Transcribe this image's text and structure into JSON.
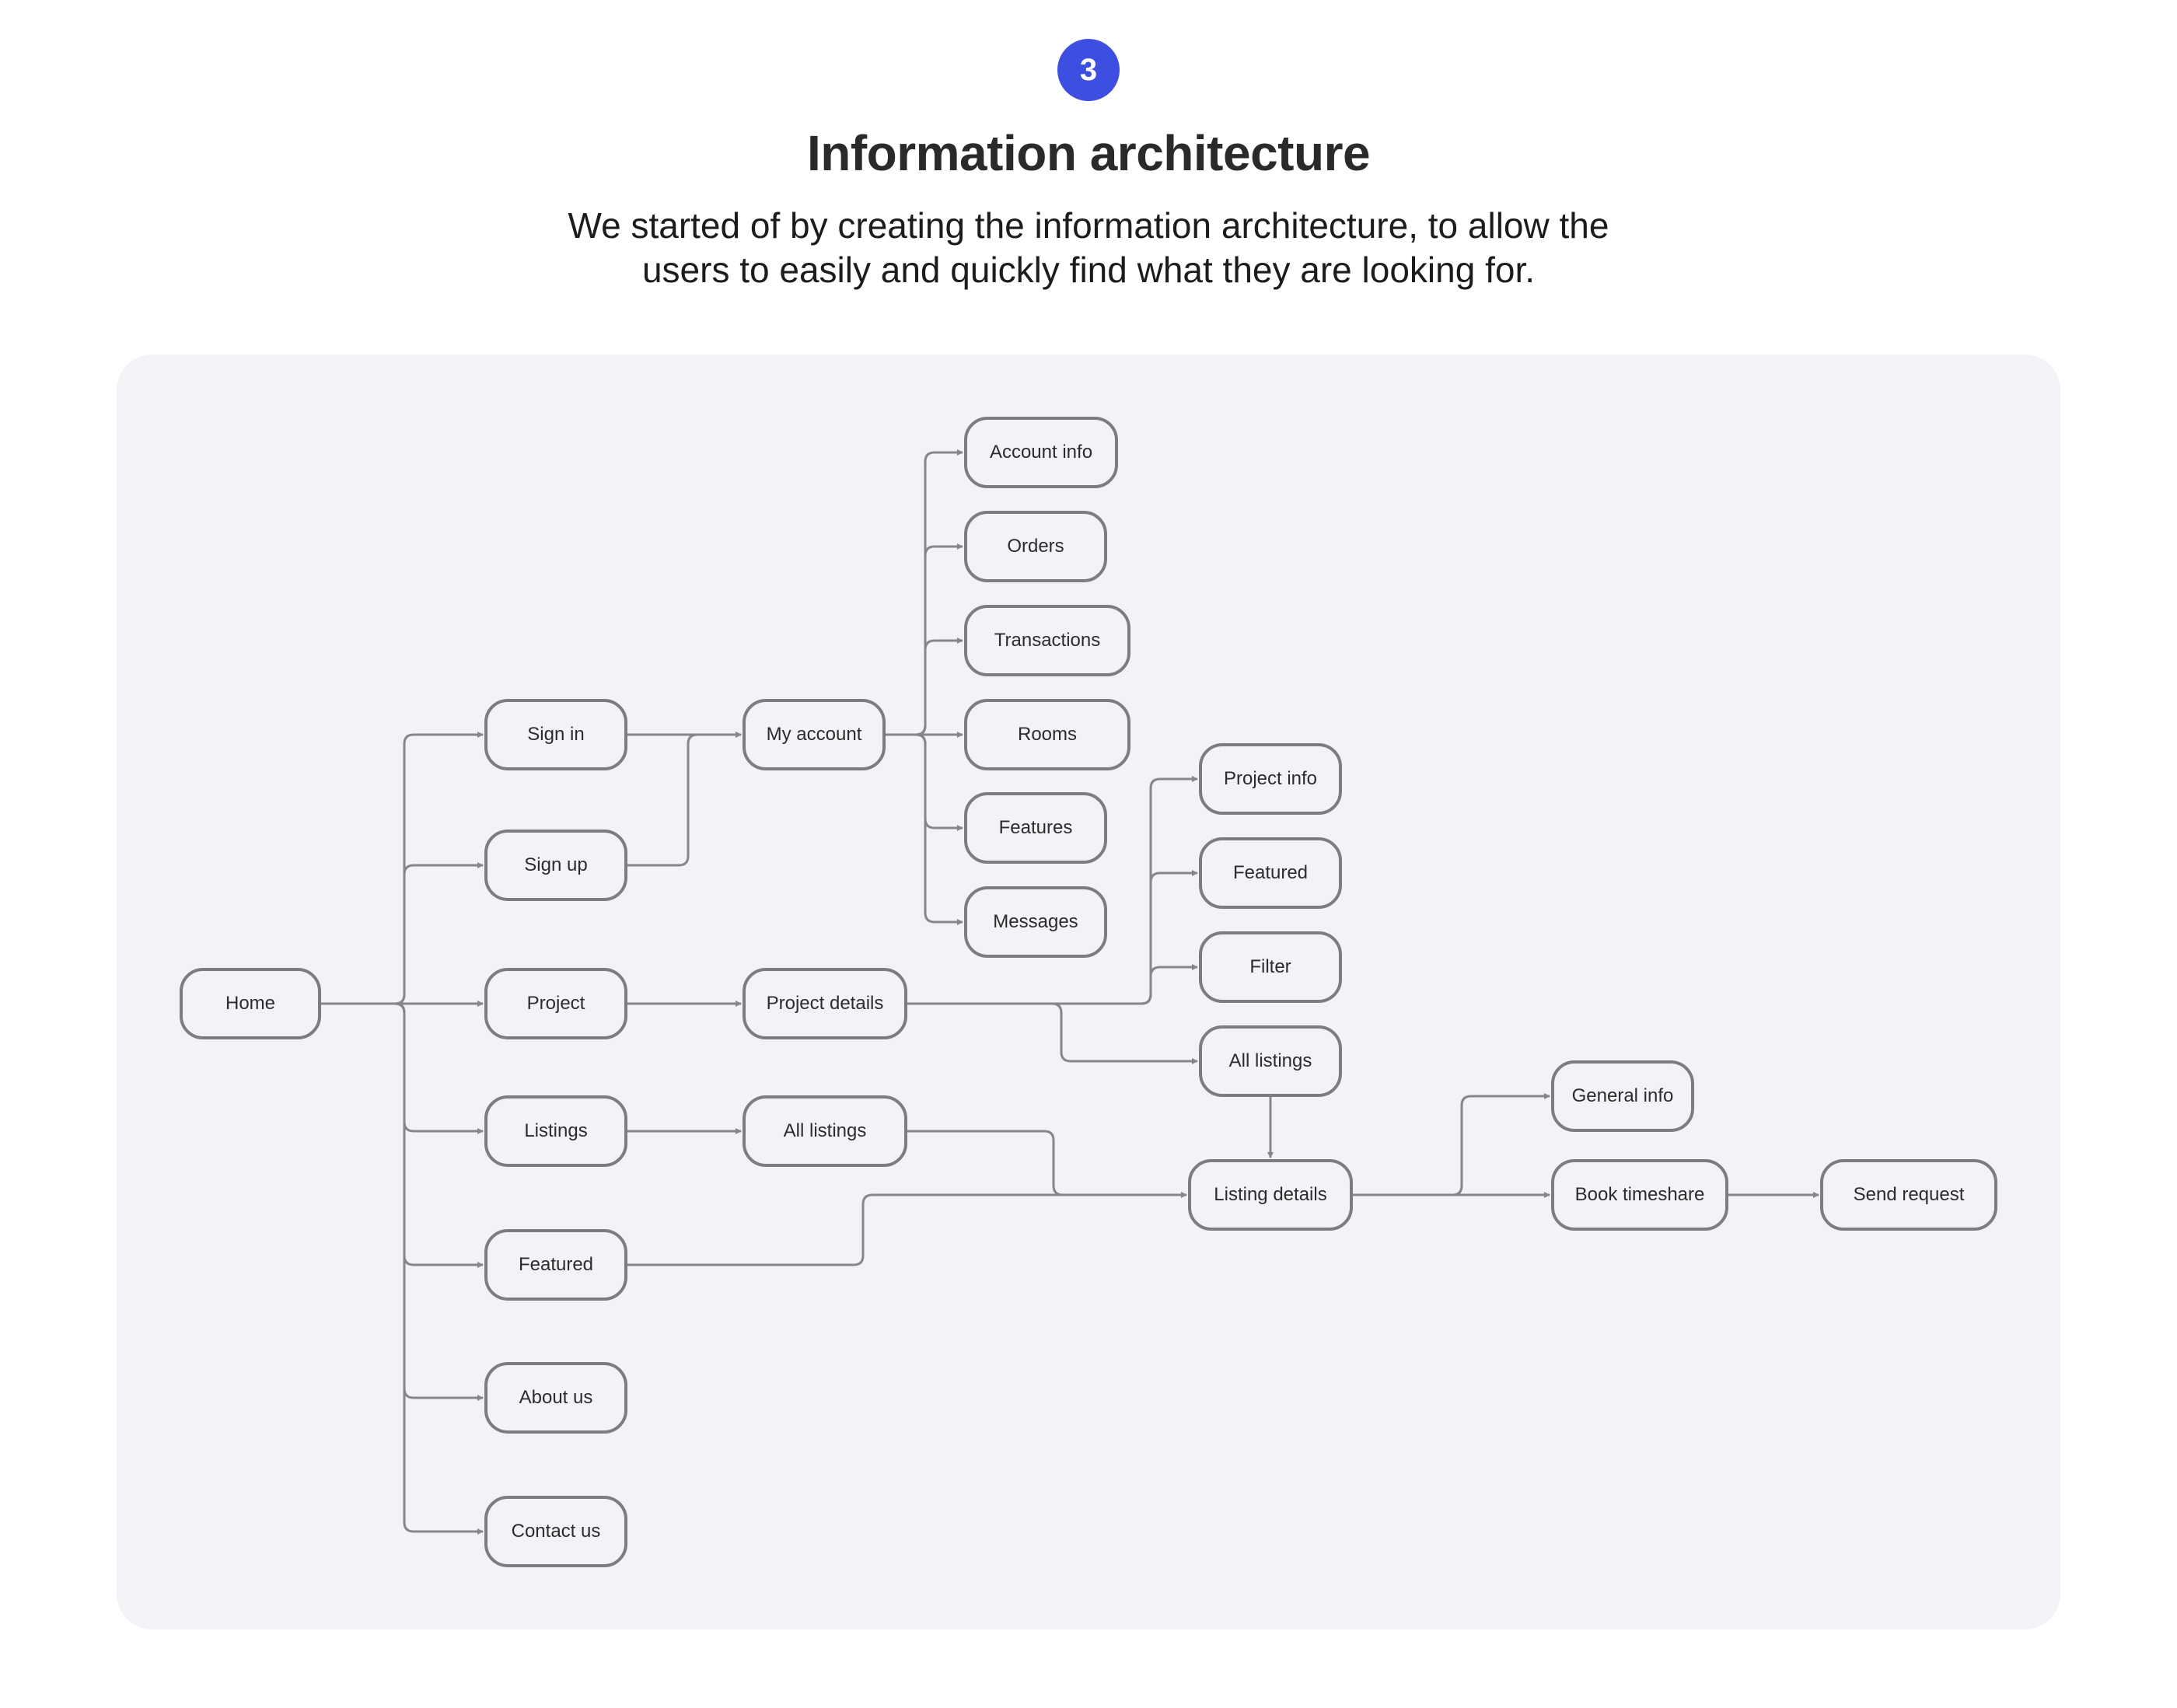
{
  "header": {
    "step_number": "3",
    "title": "Information architecture",
    "subtitle_line1": "We started of by creating the information architecture, to allow the",
    "subtitle_line2": "users to easily and quickly find what they are looking for."
  },
  "colors": {
    "accent": "#3c4fe0",
    "panel_bg": "#f2f2f7",
    "node_border": "#7c7c84",
    "connector": "#86868c"
  },
  "diagram": {
    "nodes": {
      "home": "Home",
      "sign_in": "Sign in",
      "sign_up": "Sign up",
      "project": "Project",
      "listings": "Listings",
      "featured": "Featured",
      "about_us": "About us",
      "contact_us": "Contact us",
      "my_account": "My account",
      "project_details": "Project details",
      "all_listings": "All listings",
      "account_info": "Account info",
      "orders": "Orders",
      "transactions": "Transactions",
      "rooms": "Rooms",
      "features": "Features",
      "messages": "Messages",
      "project_info": "Project info",
      "featured_sub": "Featured",
      "filter": "Filter",
      "all_listings_sub": "All listings",
      "listing_details": "Listing details",
      "general_info": "General info",
      "book_timeshare": "Book timeshare",
      "send_request": "Send request"
    },
    "edges": [
      [
        "home",
        "sign_in"
      ],
      [
        "home",
        "sign_up"
      ],
      [
        "home",
        "project"
      ],
      [
        "home",
        "listings"
      ],
      [
        "home",
        "featured"
      ],
      [
        "home",
        "about_us"
      ],
      [
        "home",
        "contact_us"
      ],
      [
        "sign_in",
        "my_account"
      ],
      [
        "sign_up",
        "my_account"
      ],
      [
        "project",
        "project_details"
      ],
      [
        "listings",
        "all_listings"
      ],
      [
        "featured",
        "listing_details"
      ],
      [
        "my_account",
        "account_info"
      ],
      [
        "my_account",
        "orders"
      ],
      [
        "my_account",
        "transactions"
      ],
      [
        "my_account",
        "rooms"
      ],
      [
        "my_account",
        "features"
      ],
      [
        "my_account",
        "messages"
      ],
      [
        "project_details",
        "project_info"
      ],
      [
        "project_details",
        "featured_sub"
      ],
      [
        "project_details",
        "filter"
      ],
      [
        "project_details",
        "all_listings_sub"
      ],
      [
        "all_listings_sub",
        "listing_details"
      ],
      [
        "all_listings",
        "listing_details"
      ],
      [
        "listing_details",
        "general_info"
      ],
      [
        "listing_details",
        "book_timeshare"
      ],
      [
        "book_timeshare",
        "send_request"
      ]
    ]
  }
}
